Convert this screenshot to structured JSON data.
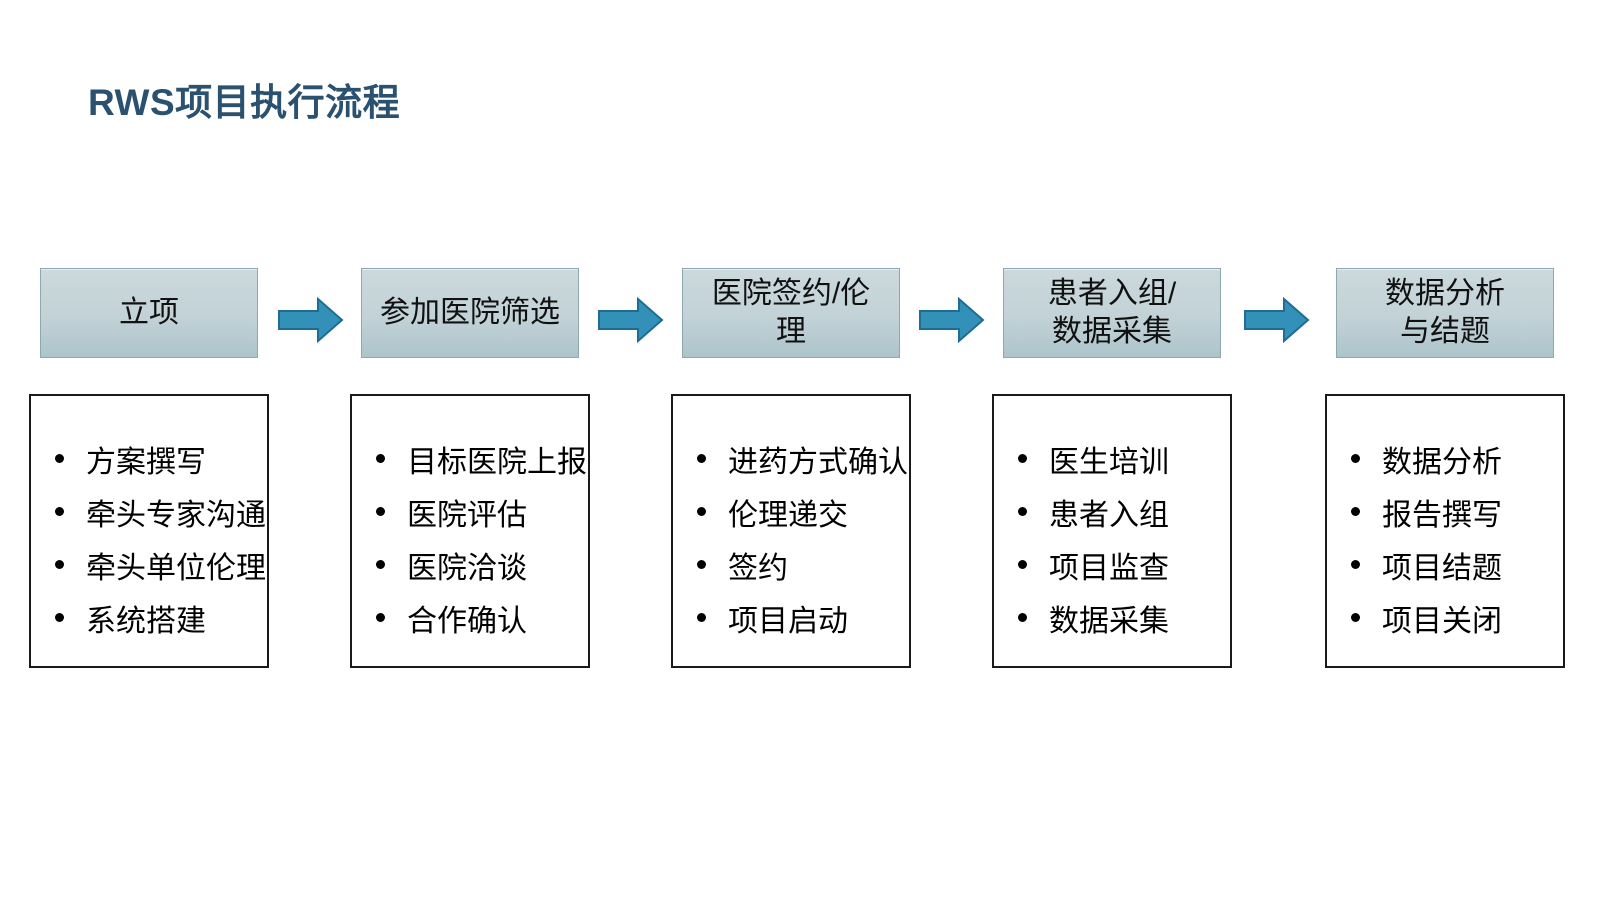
{
  "title": "RWS项目执行流程",
  "colors": {
    "title_text": "#2a5170",
    "stage_fill_top": "#ccd9dd",
    "stage_fill_bottom": "#adc4cb",
    "stage_border": "#8ea8b2",
    "arrow_fill": "#3390b8",
    "arrow_border": "#1f6d93",
    "detail_border": "#1a1a1a",
    "body_text": "#000000"
  },
  "stages": [
    {
      "title": "立项",
      "items": [
        "方案撰写",
        "牵头专家沟通",
        "牵头单位伦理",
        "系统搭建"
      ]
    },
    {
      "title": "参加医院筛选",
      "items": [
        "目标医院上报",
        "医院评估",
        "医院洽谈",
        "合作确认"
      ]
    },
    {
      "title": "医院签约/伦\n理",
      "items": [
        "进药方式确认",
        "伦理递交",
        "签约",
        "项目启动"
      ]
    },
    {
      "title": "患者入组/\n数据采集",
      "items": [
        "医生培训",
        "患者入组",
        "项目监查",
        "数据采集"
      ]
    },
    {
      "title": "数据分析\n与结题",
      "items": [
        "数据分析",
        "报告撰写",
        "项目结题",
        "项目关闭"
      ]
    }
  ]
}
